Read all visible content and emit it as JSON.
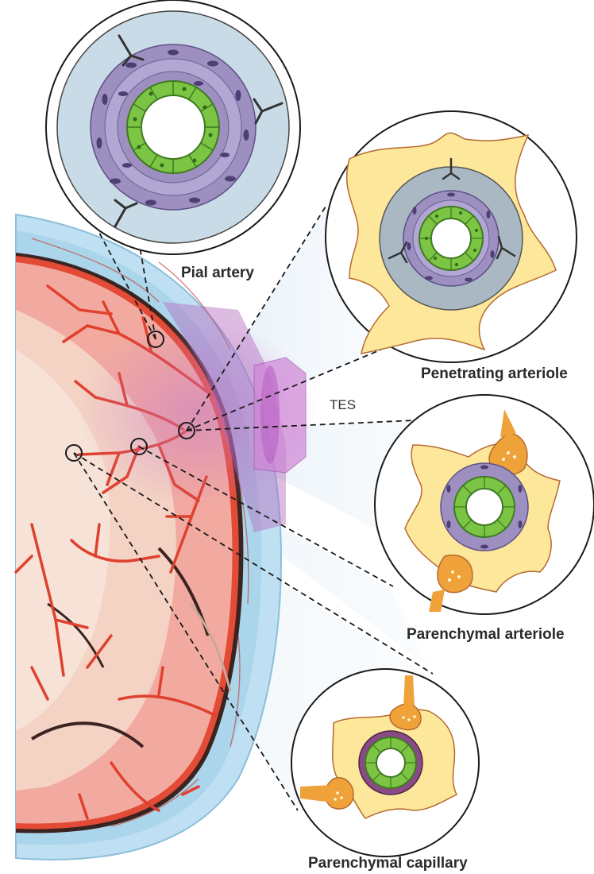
{
  "labels": {
    "pial_artery": "Pial artery",
    "penetrating_arteriole": "Penetrating arteriole",
    "parenchymal_arteriole": "Parenchymal arteriole",
    "parenchymal_capillary": "Parenchymal capillary",
    "tes": "TES"
  },
  "colors": {
    "skull": "#bfe0f2",
    "cortex": "#f2aaa0",
    "white_matter": "#f4d2c4",
    "vessel": "#e0402e",
    "endothelium": "#7cc443",
    "smooth_muscle": "#9d8fc0",
    "astrocyte": "#fce79a",
    "neuron": "#f0a23a",
    "electrode": "#c46ac0"
  }
}
